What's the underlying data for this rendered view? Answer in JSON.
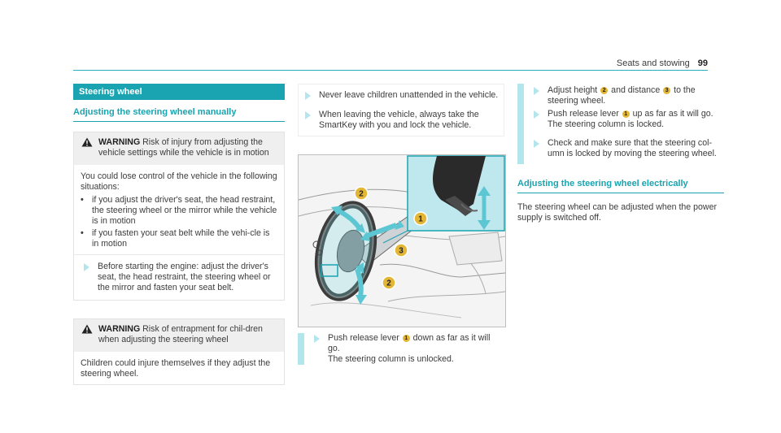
{
  "header": {
    "section": "Seats and stowing",
    "page_number": "99"
  },
  "section_title": "Steering wheel",
  "subheading_manual": "Adjusting the steering wheel manually",
  "warning1": {
    "label": "WARNING",
    "title": "Risk of injury from adjusting the vehicle settings while the vehicle is in motion",
    "body": "You could lose control of the vehicle in the following situations:",
    "bullets": [
      "if you adjust the driver's seat, the head restraint, the steering wheel or the mirror while the vehicle is in motion",
      "if you fasten your seat belt while the vehi-cle is in motion"
    ],
    "action": "Before starting the engine: adjust the driver's seat, the head restraint, the steering wheel or the mirror and fasten your seat belt."
  },
  "warning2": {
    "label": "WARNING",
    "title": "Risk of entrapment for chil-dren when adjusting the steering wheel",
    "body": "Children could injure themselves if they adjust the steering wheel."
  },
  "col2_steps": [
    "Never leave children unattended in the vehicle.",
    "When leaving the vehicle, always take the SmartKey with you and lock the vehicle."
  ],
  "figure_callouts": [
    "1",
    "2",
    "3",
    "2"
  ],
  "step_push_down": {
    "pre": "Push release lever",
    "num": "1",
    "post": "down as far as it will go.",
    "result": "The steering column is unlocked."
  },
  "step_adjust": {
    "pre": "Adjust height",
    "num_a": "2",
    "mid": "and distance",
    "num_b": "3",
    "post": "to the steering wheel."
  },
  "step_push_up": {
    "pre": "Push release lever",
    "num": "1",
    "post": "up as far as it will go.",
    "result": "The steering column is locked."
  },
  "step_check": "Check and make sure that the steering col-umn is locked by moving the steering wheel.",
  "subheading_electric": "Adjusting the steering wheel electrically",
  "electric_text": "The steering wheel can be adjusted when the power supply is switched off.",
  "colors": {
    "accent": "#1aa3b0",
    "step_bar": "#b3e6ec",
    "callout": "#e3b735"
  }
}
